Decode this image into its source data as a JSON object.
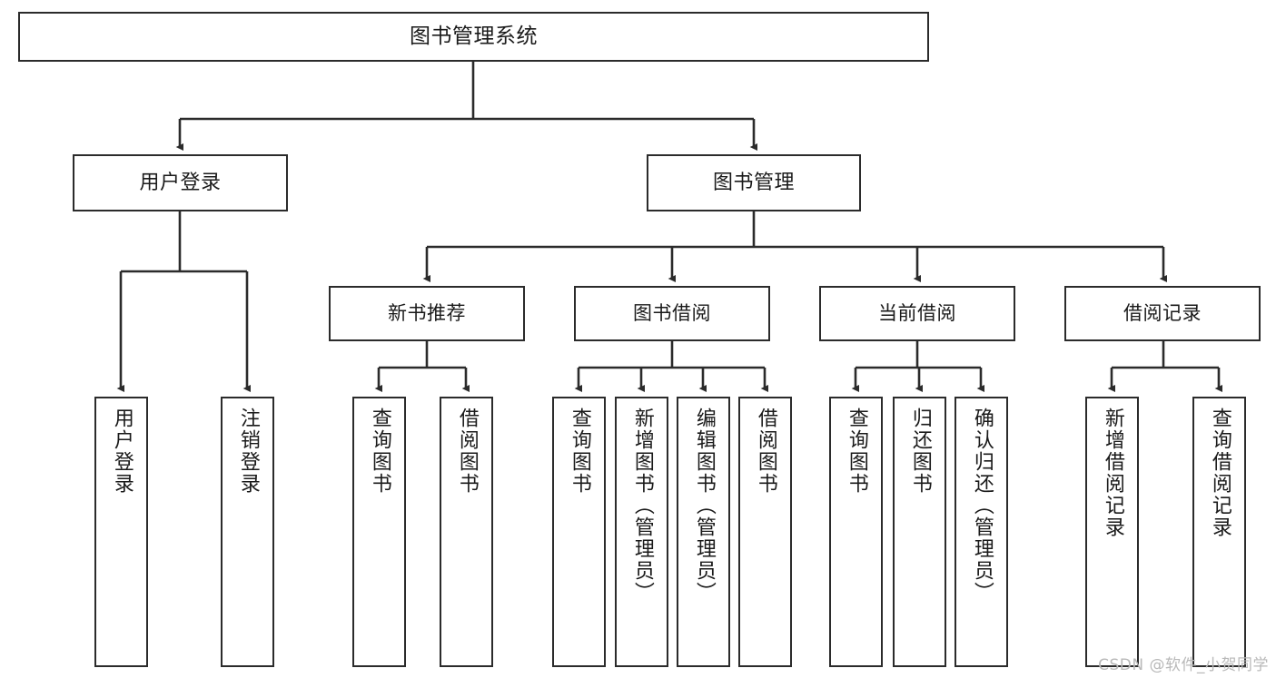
{
  "diagram": {
    "type": "tree-hierarchy",
    "title": "图书管理系统",
    "root": {
      "id": "root",
      "label": "图书管理系统"
    },
    "level1": [
      {
        "id": "user-login",
        "label": "用户登录"
      },
      {
        "id": "book-management",
        "label": "图书管理"
      }
    ],
    "level2": [
      {
        "id": "new-book-recommend",
        "label": "新书推荐",
        "parent": "book-management"
      },
      {
        "id": "book-borrow",
        "label": "图书借阅",
        "parent": "book-management"
      },
      {
        "id": "current-borrow",
        "label": "当前借阅",
        "parent": "book-management"
      },
      {
        "id": "borrow-record",
        "label": "借阅记录",
        "parent": "book-management"
      }
    ],
    "leaves": [
      {
        "id": "leaf-user-login",
        "label": "用户登录",
        "parent": "user-login"
      },
      {
        "id": "leaf-user-logout",
        "label": "注销登录",
        "parent": "user-login"
      },
      {
        "id": "leaf-query-book-1",
        "label": "查询图书",
        "parent": "new-book-recommend"
      },
      {
        "id": "leaf-borrow-book-1",
        "label": "借阅图书",
        "parent": "new-book-recommend"
      },
      {
        "id": "leaf-query-book-2",
        "label": "查询图书",
        "parent": "book-borrow"
      },
      {
        "id": "leaf-add-book",
        "label": "新增图书（管理员）",
        "parent": "book-borrow"
      },
      {
        "id": "leaf-edit-book",
        "label": "编辑图书（管理员）",
        "parent": "book-borrow"
      },
      {
        "id": "leaf-borrow-book-2",
        "label": "借阅图书",
        "parent": "book-borrow"
      },
      {
        "id": "leaf-query-book-3",
        "label": "查询图书",
        "parent": "current-borrow"
      },
      {
        "id": "leaf-return-book",
        "label": "归还图书",
        "parent": "current-borrow"
      },
      {
        "id": "leaf-confirm-return",
        "label": "确认归还（管理员）",
        "parent": "current-borrow"
      },
      {
        "id": "leaf-add-record",
        "label": "新增借阅记录",
        "parent": "borrow-record"
      },
      {
        "id": "leaf-query-record",
        "label": "查询借阅记录",
        "parent": "borrow-record"
      }
    ],
    "colors": {
      "stroke": "#2b2b2b",
      "background": "#ffffff",
      "text": "#1a1a1a",
      "watermark": "#b9b9b9"
    }
  },
  "watermark": {
    "text": "CSDN @软件_小贺同学"
  }
}
